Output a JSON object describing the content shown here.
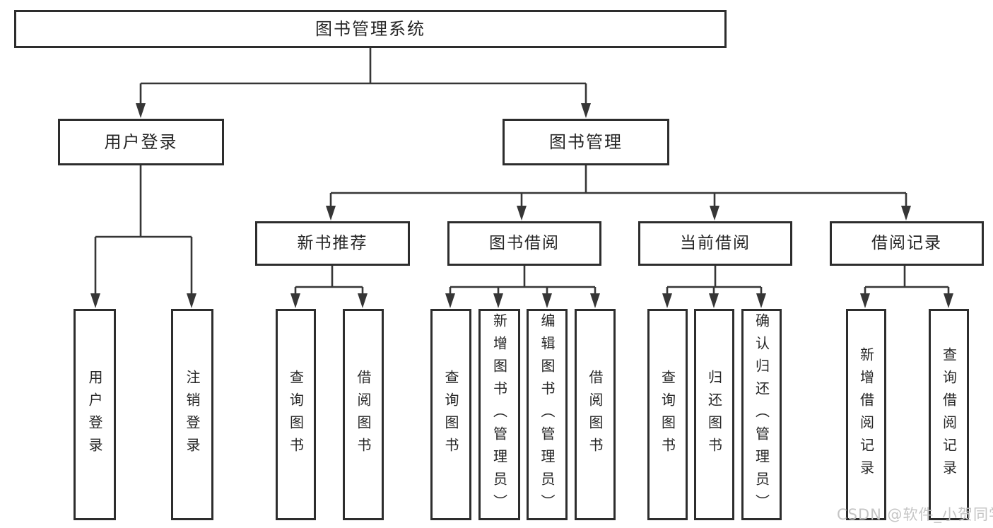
{
  "diagram": {
    "root": {
      "label": "图书管理系统"
    },
    "branches": [
      {
        "label": "用户登录",
        "children": [
          {
            "label": "用户登录"
          },
          {
            "label": "注销登录"
          }
        ]
      },
      {
        "label": "图书管理",
        "groups": [
          {
            "label": "新书推荐",
            "children": [
              {
                "label": "查询图书"
              },
              {
                "label": "借阅图书"
              }
            ]
          },
          {
            "label": "图书借阅",
            "children": [
              {
                "label": "查询图书"
              },
              {
                "label": "新增图书（管理员）"
              },
              {
                "label": "编辑图书（管理员）"
              },
              {
                "label": "借阅图书"
              }
            ]
          },
          {
            "label": "当前借阅",
            "children": [
              {
                "label": "查询图书"
              },
              {
                "label": "归还图书"
              },
              {
                "label": "确认归还（管理员）"
              }
            ]
          },
          {
            "label": "借阅记录",
            "children": [
              {
                "label": "新增借阅记录"
              },
              {
                "label": "查询借阅记录"
              }
            ]
          }
        ]
      }
    ]
  },
  "watermark": {
    "text": "CSDN @软件_小贺同学",
    "color": "#c5c5c5"
  },
  "colors": {
    "background": "#ffffff",
    "box_border": "#2d2d2d",
    "text": "#262626",
    "connector": "#363636"
  }
}
